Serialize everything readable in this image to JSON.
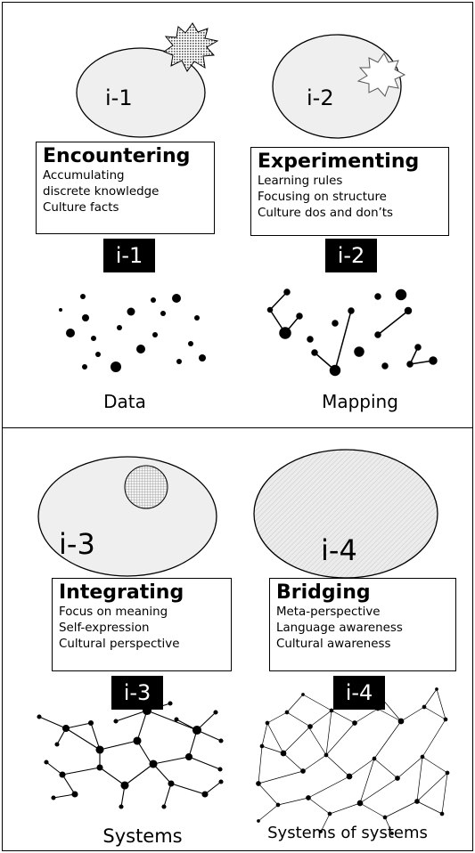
{
  "stages": [
    {
      "id": "i-1",
      "oval_label": "i-1",
      "box_title": "Encountering",
      "box_lines": [
        "Accumulating",
        "discrete knowledge",
        "Culture facts"
      ],
      "tag": "i-1",
      "caption": "Data"
    },
    {
      "id": "i-2",
      "oval_label": "i-2",
      "box_title": "Experimenting",
      "box_lines": [
        "Learning rules",
        "Focusing on structure",
        "Culture dos and don’ts"
      ],
      "tag": "i-2",
      "caption": "Mapping"
    },
    {
      "id": "i-3",
      "oval_label": "i-3",
      "box_title": "Integrating",
      "box_lines": [
        "Focus on meaning",
        "Self-expression",
        "Cultural perspective"
      ],
      "tag": "i-3",
      "caption": "Systems"
    },
    {
      "id": "i-4",
      "oval_label": "i-4",
      "box_title": "Bridging",
      "box_lines": [
        "Meta-perspective",
        "Language awareness",
        "Cultural awareness"
      ],
      "tag": "i-4",
      "caption": "Systems of systems"
    }
  ],
  "colors": {
    "oval_fill": "#efefef",
    "stroke": "#000000",
    "tag_bg": "#000000",
    "tag_text": "#ffffff"
  }
}
